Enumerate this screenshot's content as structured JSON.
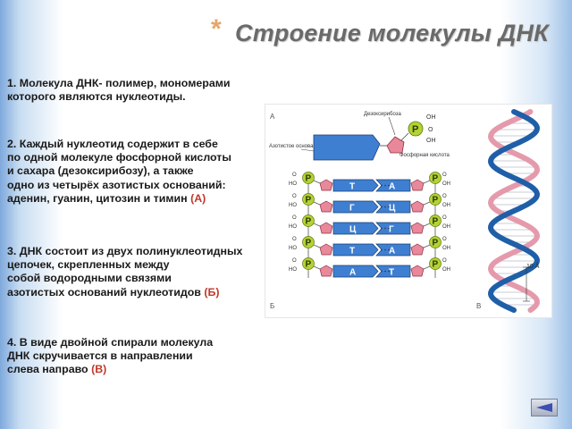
{
  "slide": {
    "title_bullet": "*",
    "title": "Строение молекулы ДНК",
    "points": [
      {
        "lines": [
          "1. Молекула ДНК- полимер, мономерами",
          "которого являются нуклеотиды."
        ]
      },
      {
        "lines": [
          "2. Каждый нуклеотид содержит в себе",
          "  по одной молекуле фосфорной кислоты",
          "и сахара (дезоксирибозу), а также",
          "одно из четырёх азотистых оснований:",
          "аденин, гуанин, цитозин и тимин"
        ],
        "ref": "(А)"
      },
      {
        "lines": [
          "3. ДНК состоит из двух полинуклеотидных",
          "цепочек, скрепленных между",
          "собой водородными связями",
          "азотистых оснований нуклеотидов"
        ],
        "ref": "(Б)"
      },
      {
        "lines": [
          "4. В виде двойной спирали молекула",
          "ДНК скручивается в направлении",
          "слева направо"
        ],
        "ref": "(В)"
      }
    ]
  },
  "figure": {
    "panel_labels": [
      "А",
      "Б",
      "В"
    ],
    "label_deoxyribose": "Дезоксирибоза",
    "label_base": "Азотистое основание",
    "label_phosphoric": "Фосфорная кислота",
    "phosphate": "P",
    "oh": "OH",
    "ho": "HO",
    "o": "O",
    "pairs": [
      [
        "Т",
        "А"
      ],
      [
        "Г",
        "Ц"
      ],
      [
        "Ц",
        "Г"
      ],
      [
        "Т",
        "А"
      ],
      [
        "А",
        "Т"
      ]
    ],
    "helix_pitch": "10 Å"
  },
  "colors": {
    "sugar": "#e8889a",
    "base": "#3f7fd1",
    "phosphate": "#b4d233",
    "helix_blue": "#1f5fa8",
    "helix_pink": "#e59aac"
  },
  "nav": {
    "icon": "arrow-left-icon"
  }
}
